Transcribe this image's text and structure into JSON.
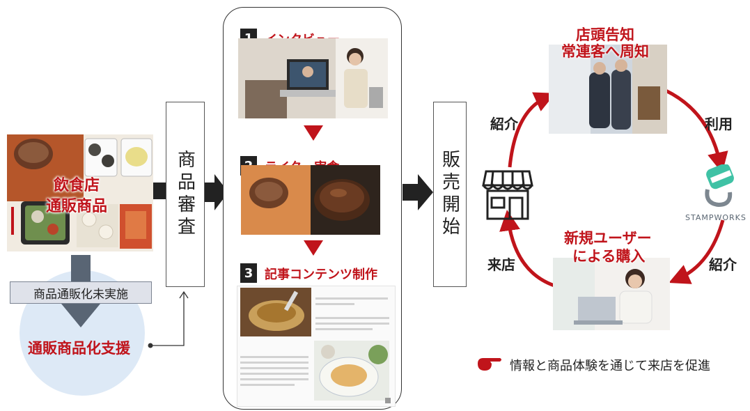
{
  "left": {
    "products_label_line1": "飲食店",
    "products_label_line2": "通販商品",
    "not_implemented_label": "商品通販化未実施",
    "support_label": "通販商品化支援"
  },
  "review_box": {
    "label": "商品審査"
  },
  "steps": [
    {
      "number": "1",
      "title": "インタビュー"
    },
    {
      "number": "2",
      "title": "ライター実食"
    },
    {
      "number": "3",
      "title": "記事コンテンツ制作"
    }
  ],
  "sales_box": {
    "label": "販売開始"
  },
  "cycle": {
    "storefront_line1": "店頭告知",
    "storefront_line2": "常連客へ周知",
    "new_users_line1": "新規ユーザー",
    "new_users_line2": "による購入",
    "arrow_intro_top": "紹介",
    "arrow_use": "利用",
    "arrow_intro_right": "紹介",
    "arrow_visit": "来店",
    "stampworks_logo": "STAMPWORKS"
  },
  "footer_note": "情報と商品体験を通じて来店を促進",
  "icons": {
    "store": "store-icon",
    "pointing_hand": "pointing-hand-icon",
    "stampworks_logo": "stampworks-logo-icon"
  },
  "colors": {
    "accent_red": "#c0141b",
    "arrow_dark": "#222222",
    "bubble": "#dde9f6"
  }
}
